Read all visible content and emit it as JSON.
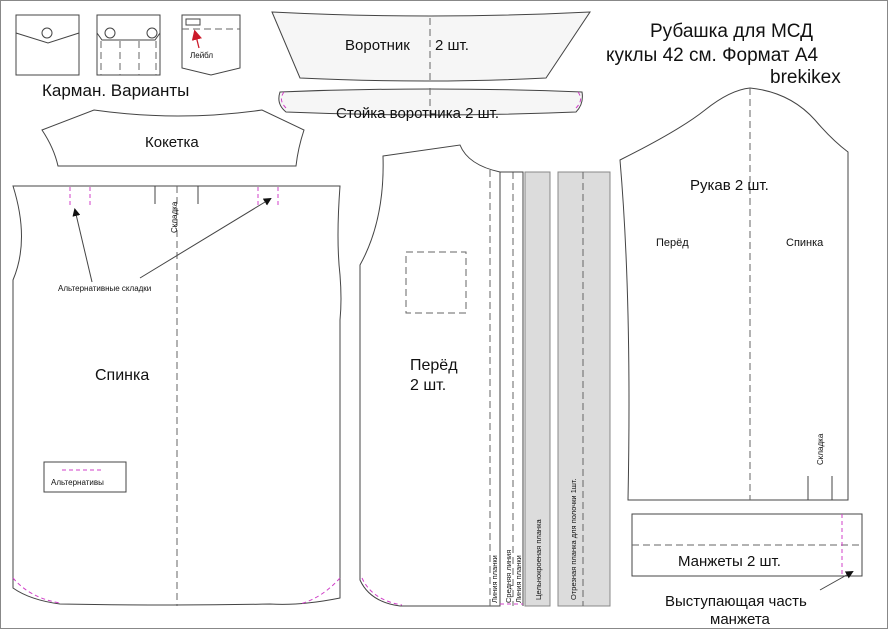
{
  "title": {
    "line1": "Рубашка для МСД",
    "line2": "куклы 42 см.   Формат А4",
    "line3": "brekikex"
  },
  "pockets": {
    "caption": "Карман. Варианты",
    "label_tag": "Лейбл"
  },
  "collar": {
    "name": "Воротник",
    "count": "2 шт."
  },
  "collar_stand": {
    "label": "Стойка воротника 2 шт."
  },
  "yoke": {
    "label": "Кокетка"
  },
  "back": {
    "label": "Спинка",
    "fold": "Складка",
    "alt_pleats": "Альтернативные складки",
    "alternatives": "Альтернативы"
  },
  "front": {
    "label1": "Перёд",
    "label2": "2 шт.",
    "placket_line": "Линия планки",
    "middle_line": "Средняя линия",
    "placket_line2": "Линия планки",
    "integral_placket": "Цельнокроеная планка",
    "separate_placket": "Отрезная планка для полочки 1шт."
  },
  "sleeve": {
    "label": "Рукав 2 шт.",
    "front": "Перёд",
    "back": "Спинка",
    "fold": "Складка"
  },
  "cuff": {
    "label": "Манжеты 2 шт.",
    "note1": "Выступающая часть",
    "note2": "манжета"
  },
  "colors": {
    "accent_pink": "#d040c8",
    "arrow_red": "#cc1a2a",
    "placket_grey": "#dcdcdc"
  }
}
